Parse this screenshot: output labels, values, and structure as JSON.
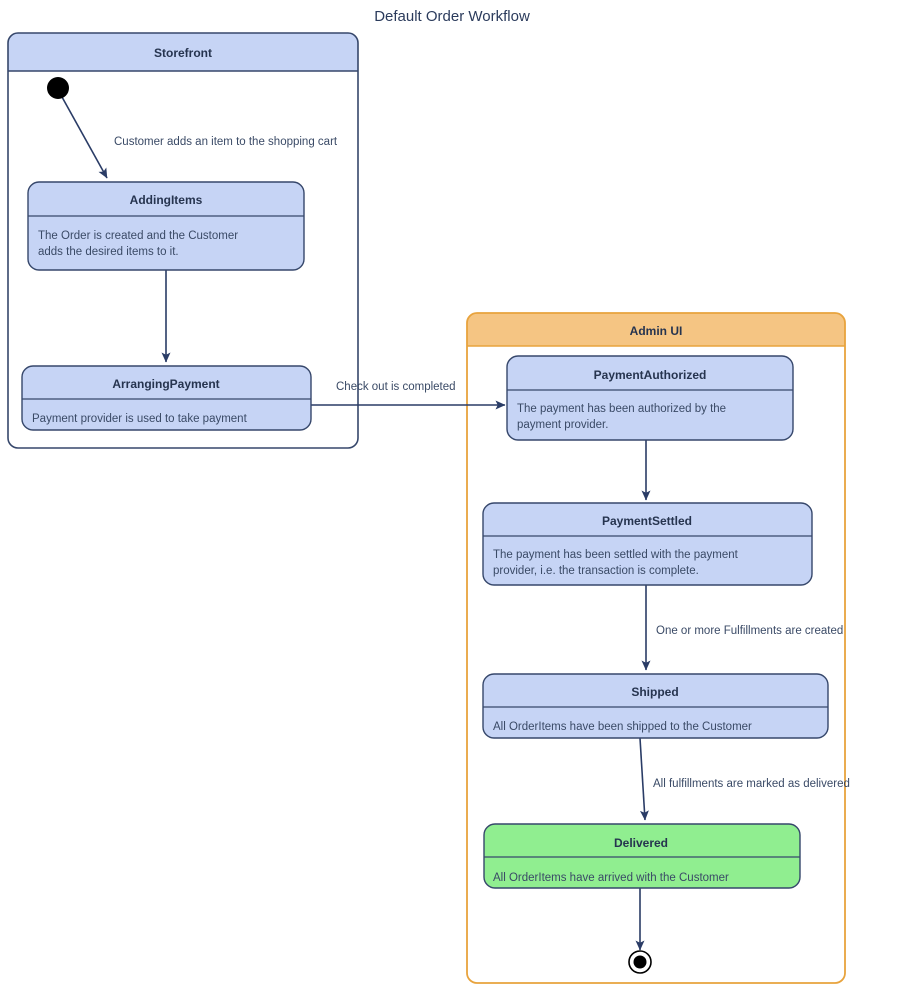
{
  "diagram": {
    "title": "Default Order Workflow",
    "type": "uml-state-machine",
    "colors": {
      "state_fill": "#c6d4f5",
      "state_stroke": "#36476b",
      "delivered_fill": "#90ee90",
      "storefront_header_fill": "#c6d4f5",
      "storefront_stroke": "#36476b",
      "adminui_header_fill": "#f5c583",
      "adminui_stroke": "#e8a33d",
      "edge_stroke": "#2a3c66",
      "text": "#26344f",
      "background": "#ffffff"
    },
    "containers": [
      {
        "id": "storefront",
        "label": "Storefront",
        "header_fill": "#c6d4f5",
        "border": "#36476b"
      },
      {
        "id": "admin-ui",
        "label": "Admin UI",
        "header_fill": "#f5c583",
        "border": "#e8a33d"
      }
    ],
    "states": [
      {
        "id": "adding-items",
        "container": "storefront",
        "name": "AddingItems",
        "description": "The Order is created and the Customer adds the desired items to it.",
        "fill": "#c6d4f5"
      },
      {
        "id": "arranging-payment",
        "container": "storefront",
        "name": "ArrangingPayment",
        "description": "Payment provider is used to take payment",
        "fill": "#c6d4f5"
      },
      {
        "id": "payment-authorized",
        "container": "admin-ui",
        "name": "PaymentAuthorized",
        "description": "The payment has been authorized by the payment provider.",
        "fill": "#c6d4f5"
      },
      {
        "id": "payment-settled",
        "container": "admin-ui",
        "name": "PaymentSettled",
        "description": "The payment has been settled with the payment provider, i.e. the transaction is complete.",
        "fill": "#c6d4f5"
      },
      {
        "id": "shipped",
        "container": "admin-ui",
        "name": "Shipped",
        "description": "All OrderItems have been shipped to the Customer",
        "fill": "#c6d4f5"
      },
      {
        "id": "delivered",
        "container": "admin-ui",
        "name": "Delivered",
        "description": "All OrderItems have arrived with the Customer",
        "fill": "#90ee90"
      }
    ],
    "nodes": [
      {
        "id": "initial-state",
        "kind": "initial",
        "container": "storefront"
      },
      {
        "id": "final-state",
        "kind": "final",
        "container": "admin-ui"
      }
    ],
    "transitions": [
      {
        "id": "t1",
        "from": "initial-state",
        "to": "adding-items",
        "label": "Customer adds an item to the shopping cart"
      },
      {
        "id": "t2",
        "from": "adding-items",
        "to": "arranging-payment",
        "label": ""
      },
      {
        "id": "t3",
        "from": "arranging-payment",
        "to": "payment-authorized",
        "label": "Check out is completed"
      },
      {
        "id": "t4",
        "from": "payment-authorized",
        "to": "payment-settled",
        "label": ""
      },
      {
        "id": "t5",
        "from": "payment-settled",
        "to": "shipped",
        "label": "One or more Fulfillments are created"
      },
      {
        "id": "t6",
        "from": "shipped",
        "to": "delivered",
        "label": "All fulfillments are marked as delivered"
      },
      {
        "id": "t7",
        "from": "delivered",
        "to": "final-state",
        "label": ""
      }
    ],
    "state_descriptions_wrapped": {
      "adding-items": [
        "The Order is created and the Customer",
        "adds the desired items to it."
      ],
      "arranging-payment": [
        "Payment provider is used to take payment"
      ],
      "payment-authorized": [
        "The payment has been authorized by the",
        "payment provider."
      ],
      "payment-settled": [
        "The payment has been settled with the payment",
        "provider, i.e. the transaction is complete."
      ],
      "shipped": [
        "All OrderItems have been shipped to the Customer"
      ],
      "delivered": [
        "All OrderItems have arrived with the Customer"
      ]
    }
  }
}
